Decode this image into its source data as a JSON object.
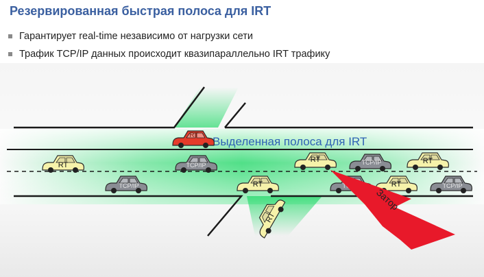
{
  "title": "Резервированная быстрая полоса для IRT",
  "bullets": [
    "Гарантирует real-time независимо от нагрузки сети",
    "Трафик TCP/IP данных происходит квазипараллельно IRT трафику"
  ],
  "diagram": {
    "lane_label": "Выделенная полоса для IRT",
    "jam_label": "Затор",
    "car_rt": "RT",
    "car_tcp": "TCP/IP",
    "colors": {
      "title": "#3a5fa0",
      "irt_lane": "#26d96b",
      "rt_car": "#f6f2aa",
      "tcp_car": "#8a8d94",
      "priority_car": "#e53b2a",
      "jam": "#e8192a"
    }
  }
}
